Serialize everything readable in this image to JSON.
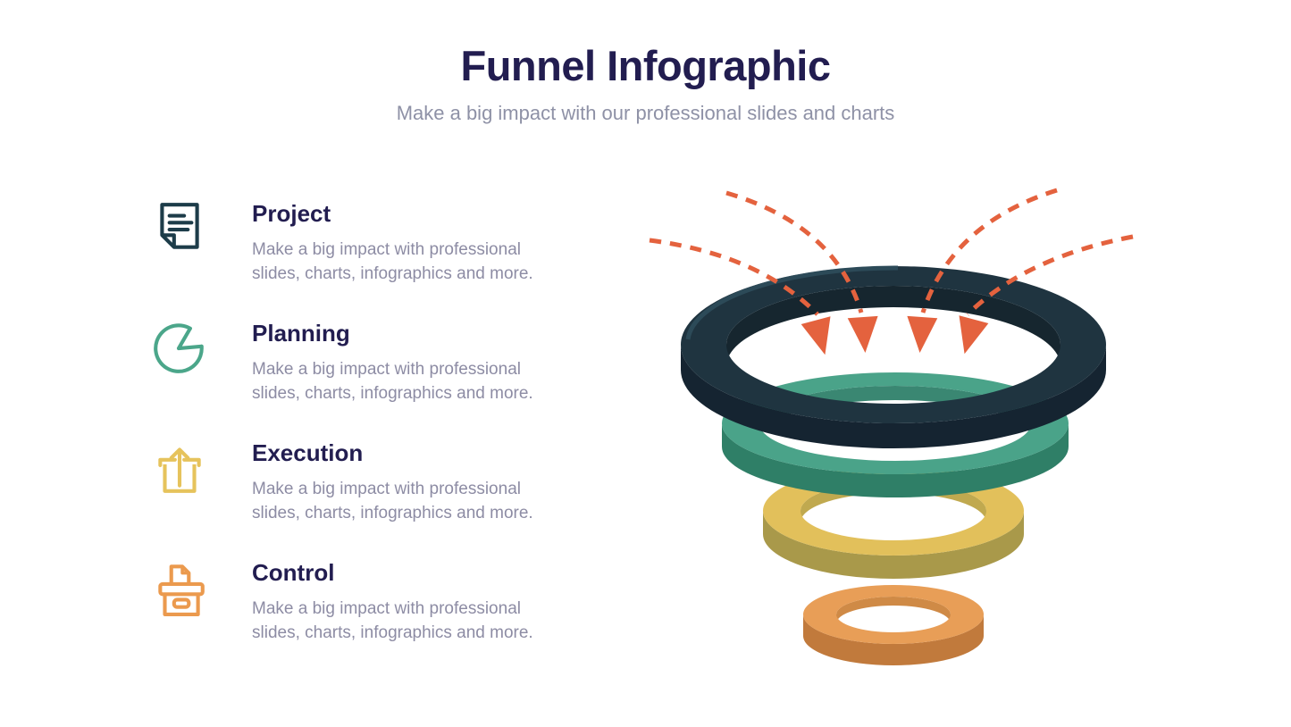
{
  "header": {
    "title": "Funnel Infographic",
    "subtitle": "Make a big impact with our professional slides and charts"
  },
  "items": [
    {
      "title": "Project",
      "description": "Make a big impact with professional slides, charts, infographics and more.",
      "icon": "note-icon",
      "accent_color": "#1d3c49"
    },
    {
      "title": "Planning",
      "description": "Make a big impact with professional slides, charts, infographics and more.",
      "icon": "pie-chart-icon",
      "accent_color": "#4ba68a"
    },
    {
      "title": "Execution",
      "description": "Make a big impact with professional slides, charts, infographics and more.",
      "icon": "upload-box-icon",
      "accent_color": "#e6c35c"
    },
    {
      "title": "Control",
      "description": "Make a big impact with professional slides, charts, infographics and more.",
      "icon": "archive-box-icon",
      "accent_color": "#eb9a4e"
    }
  ],
  "funnel": {
    "type": "stacked-ring-funnel",
    "levels": [
      {
        "name": "level-1-top",
        "top_color": "#1f3440",
        "side_color": "#152431",
        "wall_color": "#16262f"
      },
      {
        "name": "level-2",
        "top_color": "#4aa389",
        "side_color": "#2f7f67",
        "wall_color": "#3a8772"
      },
      {
        "name": "level-3",
        "top_color": "#e2c05b",
        "side_color": "#a9994a",
        "wall_color": "#c0a94f"
      },
      {
        "name": "level-4-bottom",
        "top_color": "#e89e57",
        "side_color": "#c17a3c",
        "wall_color": "#cf8a46"
      }
    ],
    "arrow_color": "#e4623e",
    "arrow_count": 4
  },
  "text_colors": {
    "heading": "#221d50",
    "body": "#8d8ca4",
    "subtitle": "#8e91a6"
  }
}
